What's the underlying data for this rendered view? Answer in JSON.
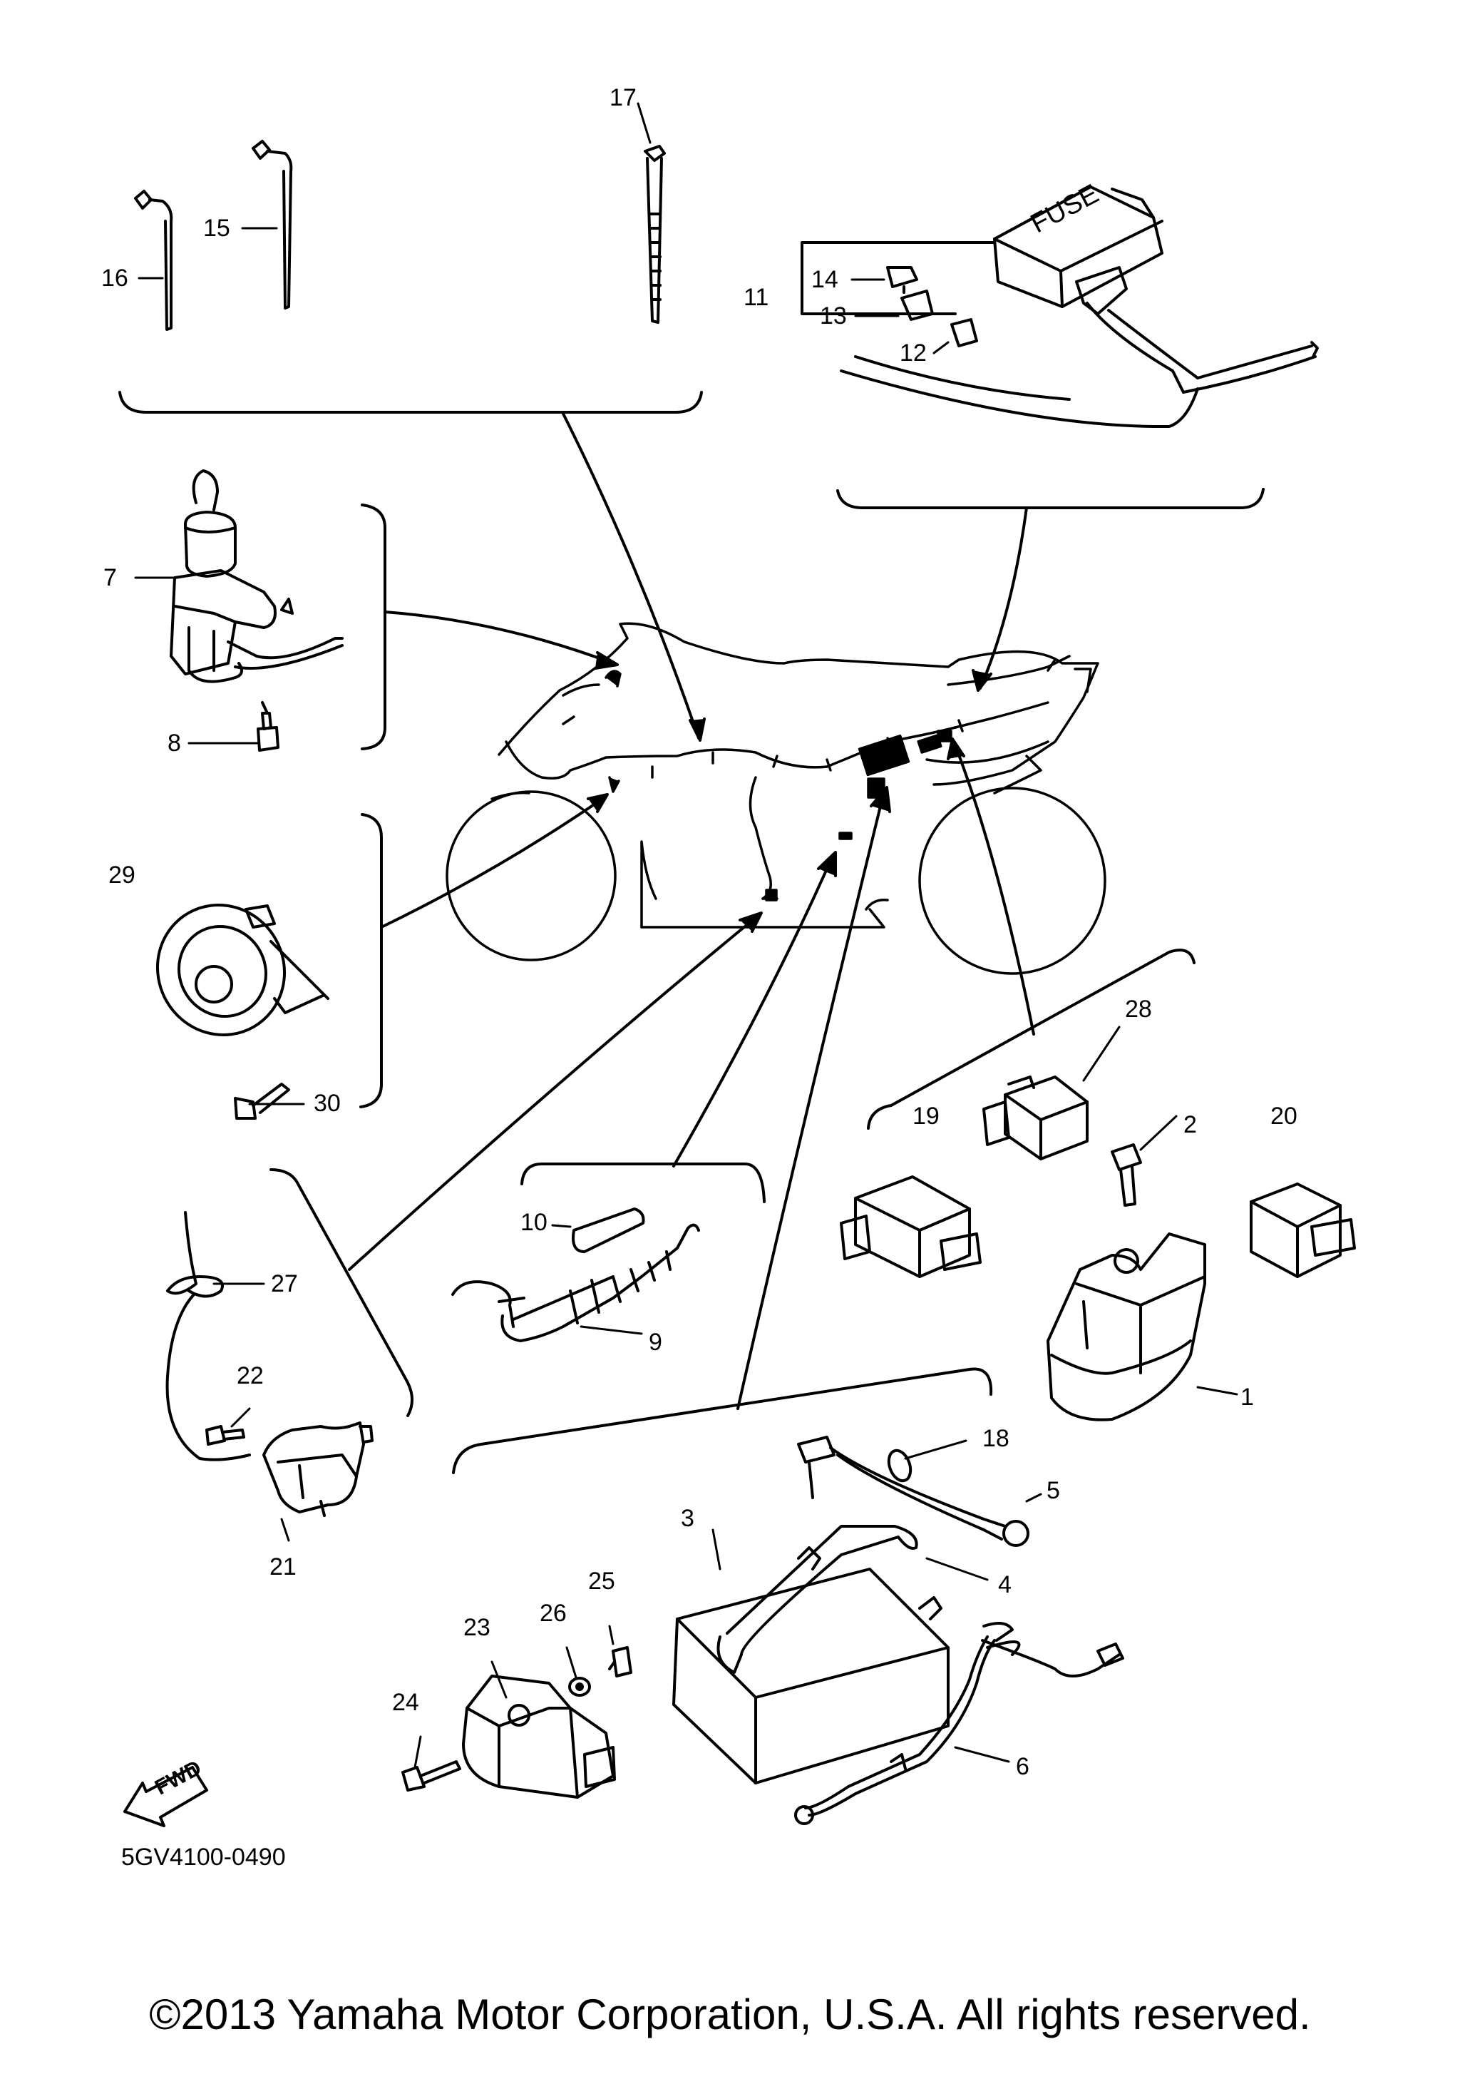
{
  "diagram": {
    "drawing_code": "5GV4100-0490",
    "copyright": "©2013 Yamaha Motor Corporation, U.S.A. All rights reserved.",
    "fuse_box_text": "FUSE",
    "fwd_arrow_text": "FWD",
    "part_callouts": [
      {
        "number": "17"
      },
      {
        "number": "15"
      },
      {
        "number": "16"
      },
      {
        "number": "14"
      },
      {
        "number": "11"
      },
      {
        "number": "13"
      },
      {
        "number": "12"
      },
      {
        "number": "7"
      },
      {
        "number": "8"
      },
      {
        "number": "29"
      },
      {
        "number": "30"
      },
      {
        "number": "28"
      },
      {
        "number": "19"
      },
      {
        "number": "2"
      },
      {
        "number": "20"
      },
      {
        "number": "1"
      },
      {
        "number": "10"
      },
      {
        "number": "9"
      },
      {
        "number": "27"
      },
      {
        "number": "22"
      },
      {
        "number": "21"
      },
      {
        "number": "18"
      },
      {
        "number": "5"
      },
      {
        "number": "3"
      },
      {
        "number": "4"
      },
      {
        "number": "25"
      },
      {
        "number": "26"
      },
      {
        "number": "23"
      },
      {
        "number": "24"
      },
      {
        "number": "6"
      }
    ]
  }
}
